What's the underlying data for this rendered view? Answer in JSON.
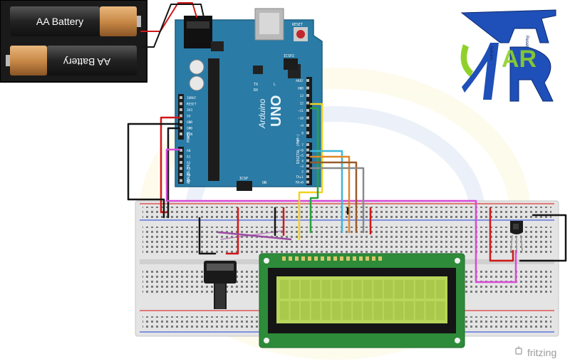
{
  "battery_pack": {
    "cell_1_label": "AA Battery",
    "cell_2_label": "AA Battery"
  },
  "arduino": {
    "brand": "Arduino",
    "model": "UNO",
    "power_pins": [
      "IOREF",
      "RESET",
      "3V3",
      "5V",
      "GND",
      "GND",
      "VIN"
    ],
    "analog_pins": [
      "A0",
      "A1",
      "A2",
      "A3",
      "A4",
      "A5"
    ],
    "digital_header_top": [
      "AREF",
      "GND",
      "13",
      "12",
      "~11",
      "~10",
      "~9",
      "8"
    ],
    "digital_header_bottom": [
      "7",
      "~6",
      "~5",
      "4",
      "~3",
      "2",
      "TX▸1",
      "RX◂0"
    ],
    "section_labels": {
      "power": "POWER",
      "analog_in": "ANALOG IN",
      "digital": "DIGITAL (PWM~)",
      "icsp": "ICSP",
      "icsp2": "ICSP2",
      "reset": "RESET",
      "on": "ON",
      "tx": "TX",
      "rx": "RX",
      "l": "L"
    }
  },
  "logo": {
    "monogram": "AR",
    "small_text_left": "Arduino",
    "small_text_right": "Reset"
  },
  "watermark": "fritzing",
  "colors": {
    "arduino_blue": "#2a7ba6",
    "breadboard": "#e6e6e6",
    "lcd_pcb": "#2e8b3a",
    "lcd_screen": "#b8d65a",
    "wire_red": "#d01818",
    "wire_black": "#151515",
    "wire_magenta": "#d84ad8",
    "wire_yellow": "#f2d21b",
    "wire_green": "#27a33c",
    "wire_cyan": "#3fb7d8",
    "wire_orange": "#e0882a",
    "wire_brown": "#9a5a2a",
    "wire_grey": "#8a8a8a",
    "logo_blue": "#1f4fb8",
    "logo_green": "#8fd12a"
  }
}
